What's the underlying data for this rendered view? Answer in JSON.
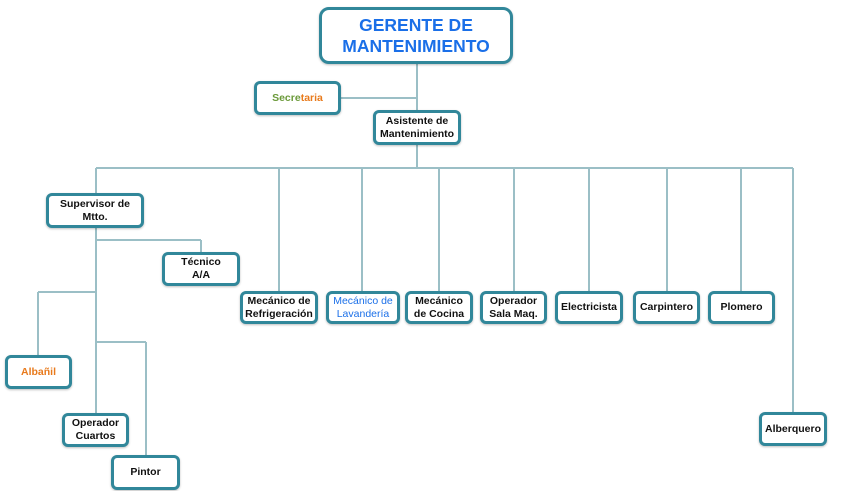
{
  "title": "GERENTE DE\nMANTENIMIENTO",
  "secretaria": {
    "part1": "Secre",
    "part2": "taria"
  },
  "asistente": "Asistente de\nMantenimiento",
  "supervisor": "Supervisor de\nMtto.",
  "tecnico": "Técnico\nA/A",
  "albanil": "Albañil",
  "operador_cuartos": "Operador\nCuartos",
  "pintor": "Pintor",
  "staff": [
    "Mecánico de\nRefrigeración",
    "Mecánico de\nLavandería",
    "Mecánico\nde Cocina",
    "Operador\nSala Maq.",
    "Electricista",
    "Carpintero",
    "Plomero"
  ],
  "alberquero": "Alberquero",
  "colors": {
    "line": "#9bbfc6",
    "border": "#31879a",
    "blue": "#1a6fe8",
    "orange": "#e87a1c",
    "green": "#6b9a3a"
  }
}
